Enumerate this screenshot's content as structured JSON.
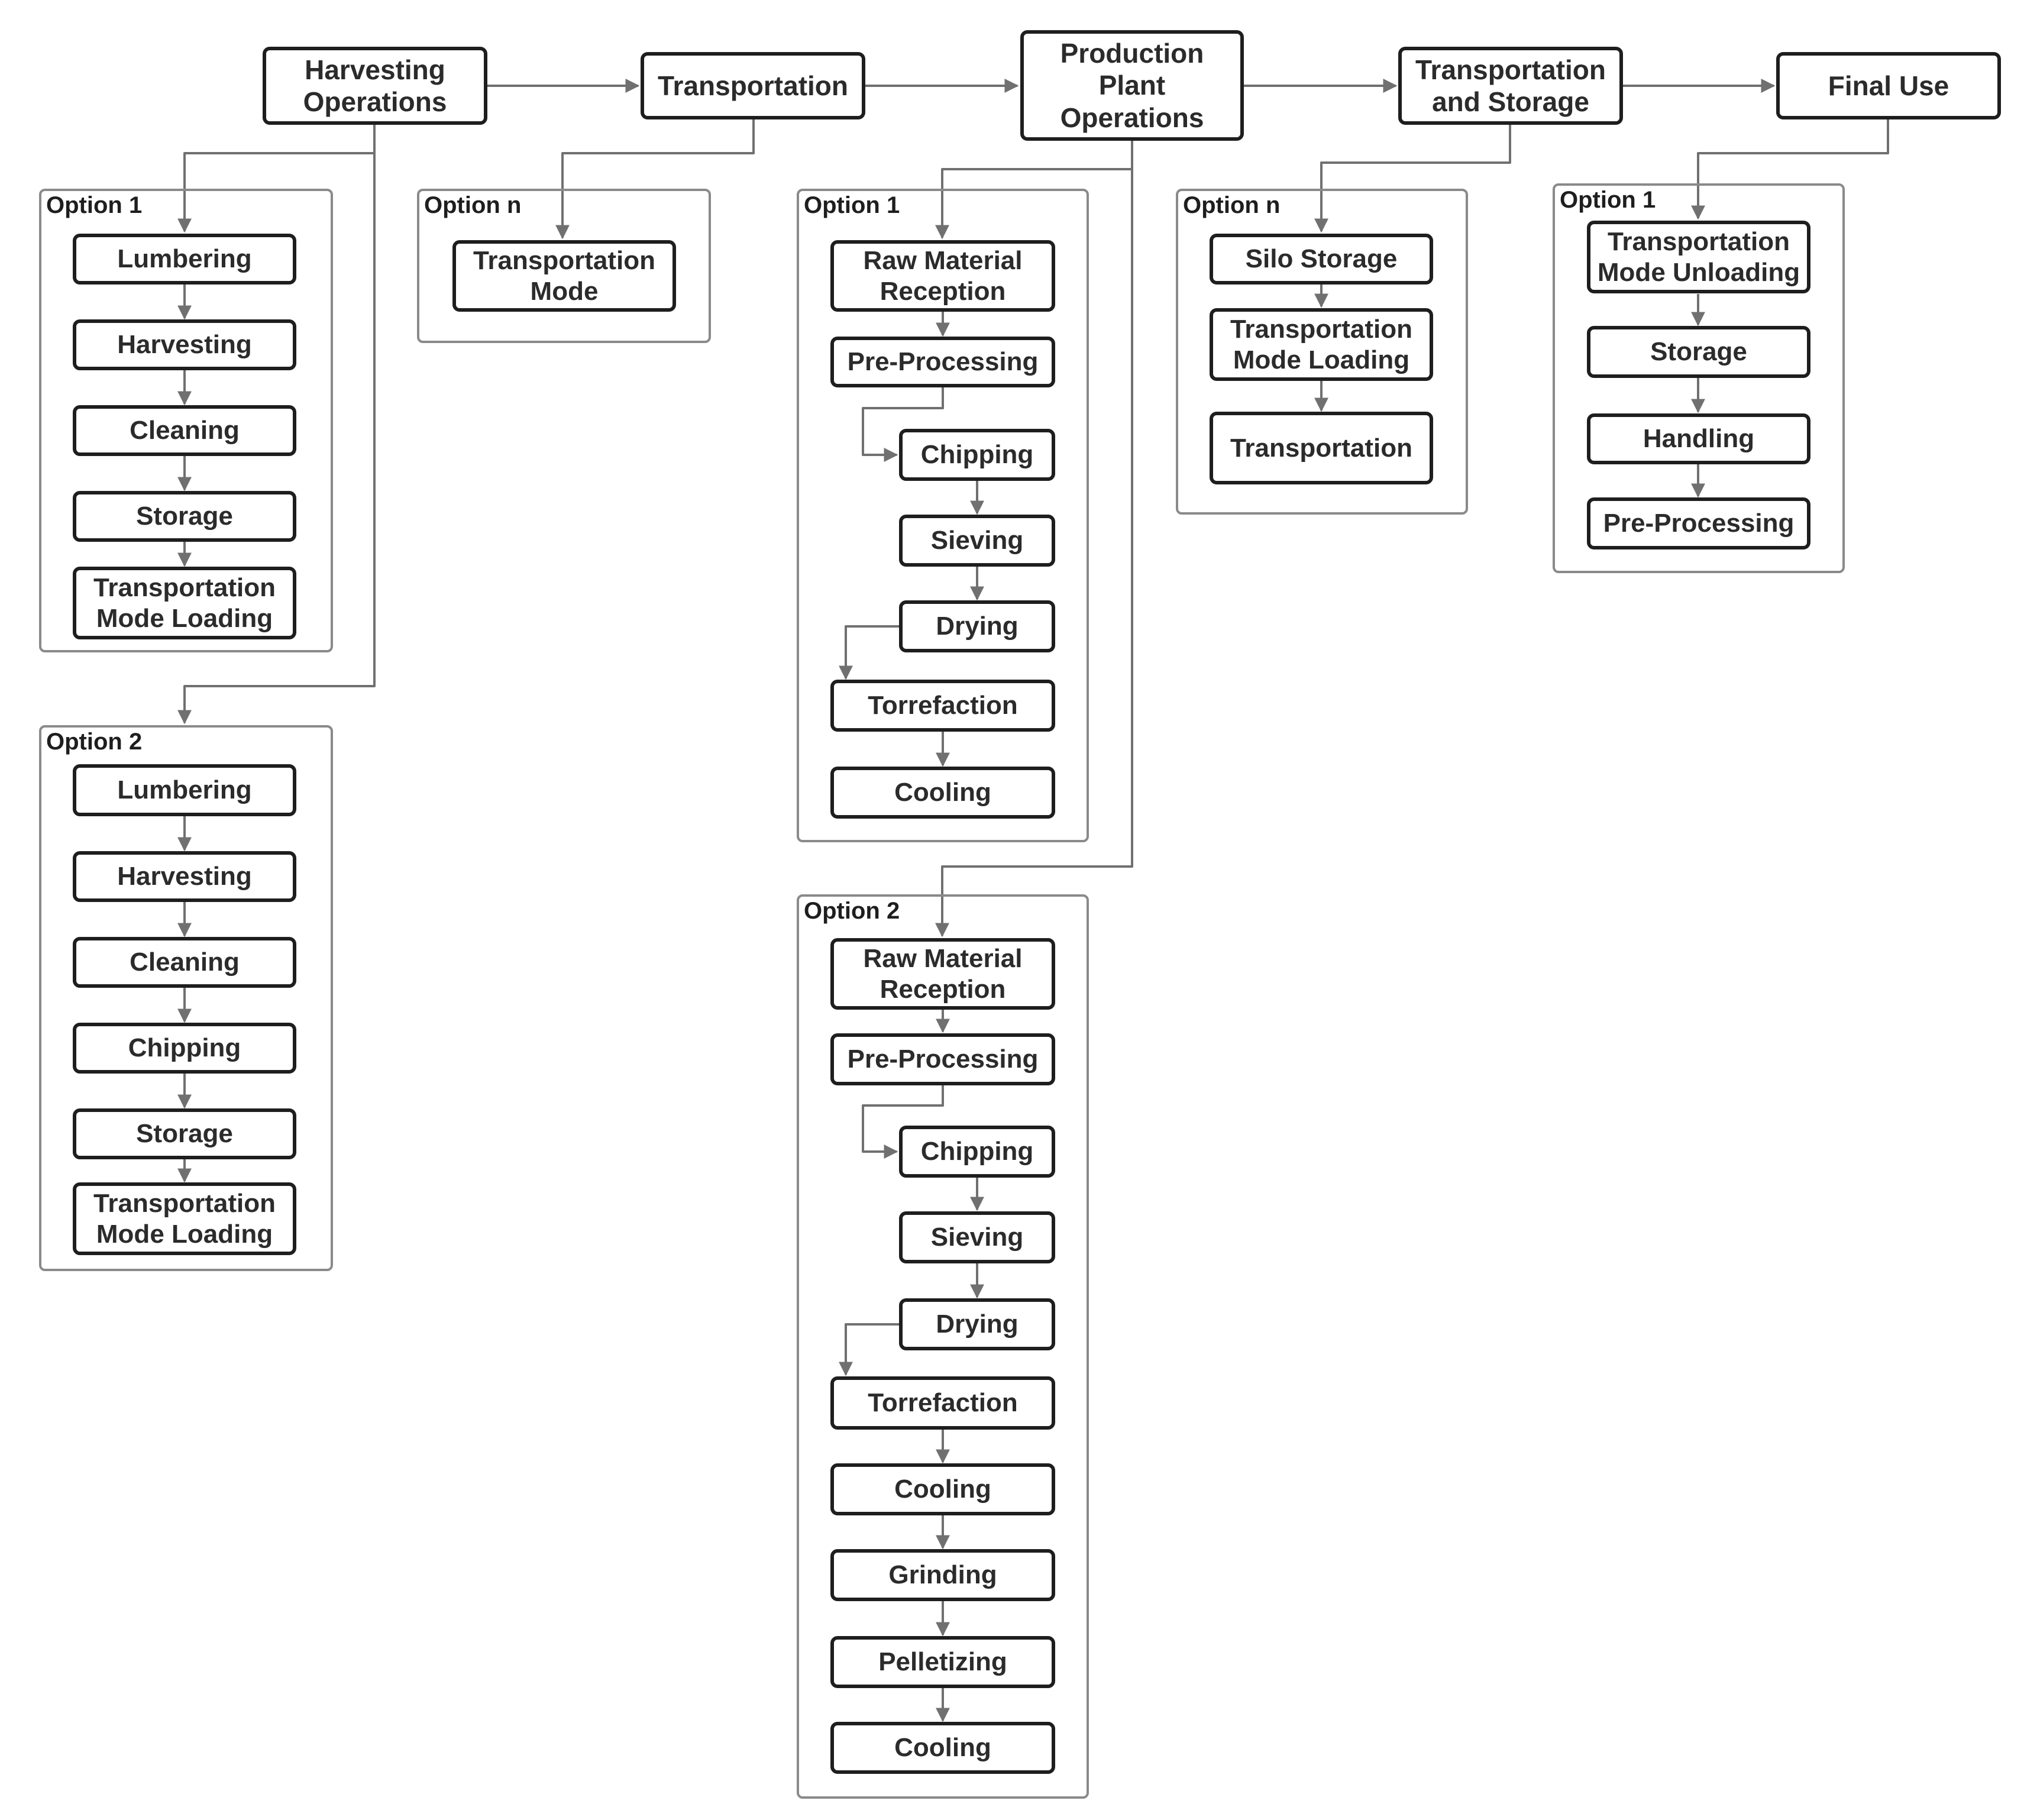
{
  "stages": [
    {
      "id": "harvest_ops",
      "label": "Harvesting\nOperations"
    },
    {
      "id": "transport",
      "label": "Transportation"
    },
    {
      "id": "plant_ops",
      "label": "Production\nPlant\nOperations"
    },
    {
      "id": "trans_storage",
      "label": "Transportation\nand Storage"
    },
    {
      "id": "final_use",
      "label": "Final Use"
    }
  ],
  "groups": [
    {
      "id": "harvest_opt1",
      "label": "Option 1",
      "steps": [
        "Lumbering",
        "Harvesting",
        "Cleaning",
        "Storage",
        "Transportation\nMode Loading"
      ]
    },
    {
      "id": "harvest_opt2",
      "label": "Option 2",
      "steps": [
        "Lumbering",
        "Harvesting",
        "Cleaning",
        "Chipping",
        "Storage",
        "Transportation\nMode Loading"
      ]
    },
    {
      "id": "transport_optn",
      "label": "Option n",
      "steps": [
        "Transportation\nMode"
      ]
    },
    {
      "id": "plant_opt1",
      "label": "Option 1",
      "steps": [
        "Raw Material\nReception",
        "Pre-Processing",
        "Chipping",
        "Sieving",
        "Drying",
        "Torrefaction",
        "Cooling"
      ]
    },
    {
      "id": "plant_opt2",
      "label": "Option 2",
      "steps": [
        "Raw Material\nReception",
        "Pre-Processing",
        "Chipping",
        "Sieving",
        "Drying",
        "Torrefaction",
        "Cooling",
        "Grinding",
        "Pelletizing",
        "Cooling"
      ]
    },
    {
      "id": "storage_optn",
      "label": "Option n",
      "steps": [
        "Silo Storage",
        "Transportation\nMode Loading",
        "Transportation"
      ]
    },
    {
      "id": "final_opt1",
      "label": "Option 1",
      "steps": [
        "Transportation\nMode Unloading",
        "Storage",
        "Handling",
        "Pre-Processing"
      ]
    }
  ],
  "colors": {
    "node_border": "#1e1e1e",
    "group_border": "#8a8a8a",
    "connector": "#707070",
    "text": "#2b2b2b",
    "background": "#ffffff"
  }
}
